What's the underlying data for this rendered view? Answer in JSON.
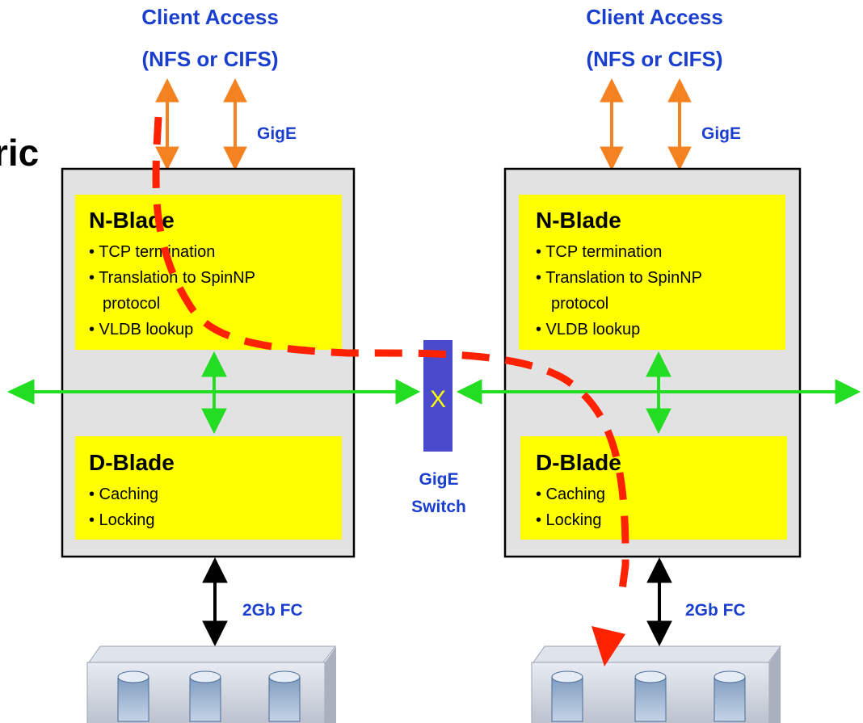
{
  "page_title_fragment": "ric",
  "colors": {
    "client_label": "#1a3fcf",
    "client_arrow": "#f58220",
    "cluster_link": "#22dd22",
    "storage_link": "#000000",
    "blade_fill": "#ffff00",
    "node_fill": "#e2e2e2",
    "switch_fill": "#4a4acc",
    "path_dash": "#ff2200"
  },
  "nodes": [
    {
      "client_access": [
        "Client Access",
        "(NFS or CIFS)"
      ],
      "client_link_label": "GigE",
      "n_blade": {
        "title": "N-Blade",
        "items": [
          "• TCP termination",
          "• Translation to SpinNP",
          "protocol",
          "• VLDB lookup"
        ]
      },
      "d_blade": {
        "title": "D-Blade",
        "items": [
          "• Caching",
          "• Locking"
        ]
      },
      "storage_link_label": "2Gb FC",
      "storage_icon": "disk-array-icon"
    },
    {
      "client_access": [
        "Client Access",
        "(NFS or CIFS)"
      ],
      "client_link_label": "GigE",
      "n_blade": {
        "title": "N-Blade",
        "items": [
          "• TCP termination",
          "• Translation to SpinNP",
          "protocol",
          "• VLDB lookup"
        ]
      },
      "d_blade": {
        "title": "D-Blade",
        "items": [
          "• Caching",
          "• Locking"
        ]
      },
      "storage_link_label": "2Gb FC",
      "storage_icon": "disk-array-icon"
    }
  ],
  "switch": {
    "mark": "X",
    "label": [
      "GigE",
      "Switch"
    ]
  }
}
